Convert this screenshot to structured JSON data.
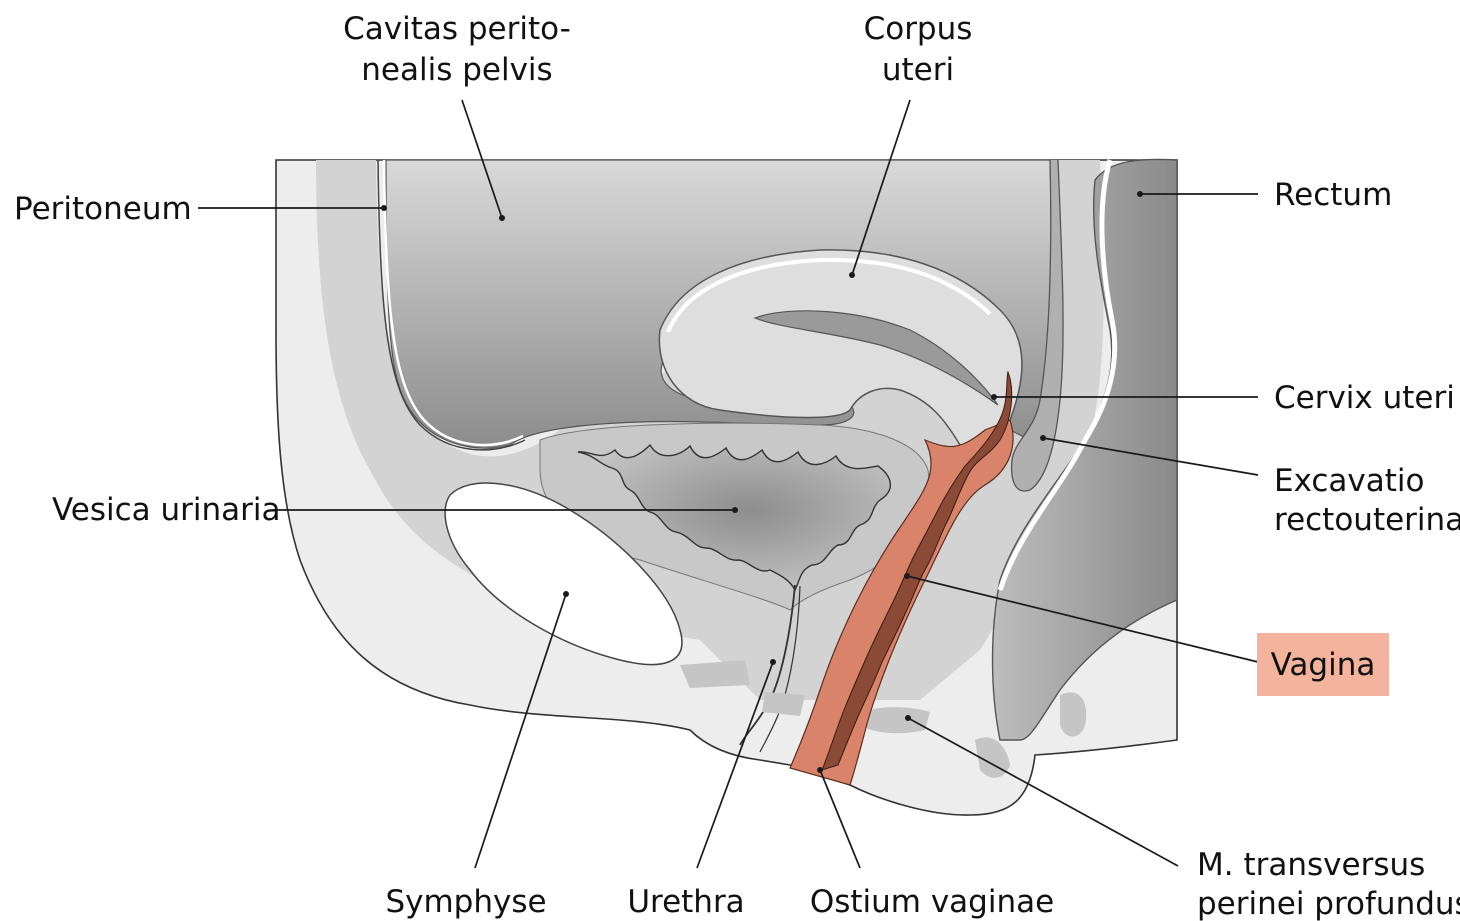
{
  "labels": {
    "cavitas_line1": "Cavitas perito-",
    "cavitas_line2": "nealis pelvis",
    "corpus_line1": "Corpus",
    "corpus_line2": "uteri",
    "peritoneum": "Peritoneum",
    "rectum": "Rectum",
    "cervix": "Cervix uteri",
    "excavatio_line1": "Excavatio",
    "excavatio_line2": "rectouterina",
    "vesica": "Vesica urinaria",
    "vagina": "Vagina",
    "symphyse": "Symphyse",
    "urethra": "Urethra",
    "ostium": "Ostium vaginae",
    "transversus_line1": "M. transversus",
    "transversus_line2": "perinei profundus"
  },
  "colors": {
    "cavity_dark": "#8f8f8f",
    "cavity_light": "#d8d8d8",
    "tissue_light": "#ececec",
    "tissue_mid": "#c9c9c9",
    "vagina_wall": "#d9846a",
    "vagina_lumen": "#8a4a35",
    "highlight_box": "#f4b39c"
  }
}
